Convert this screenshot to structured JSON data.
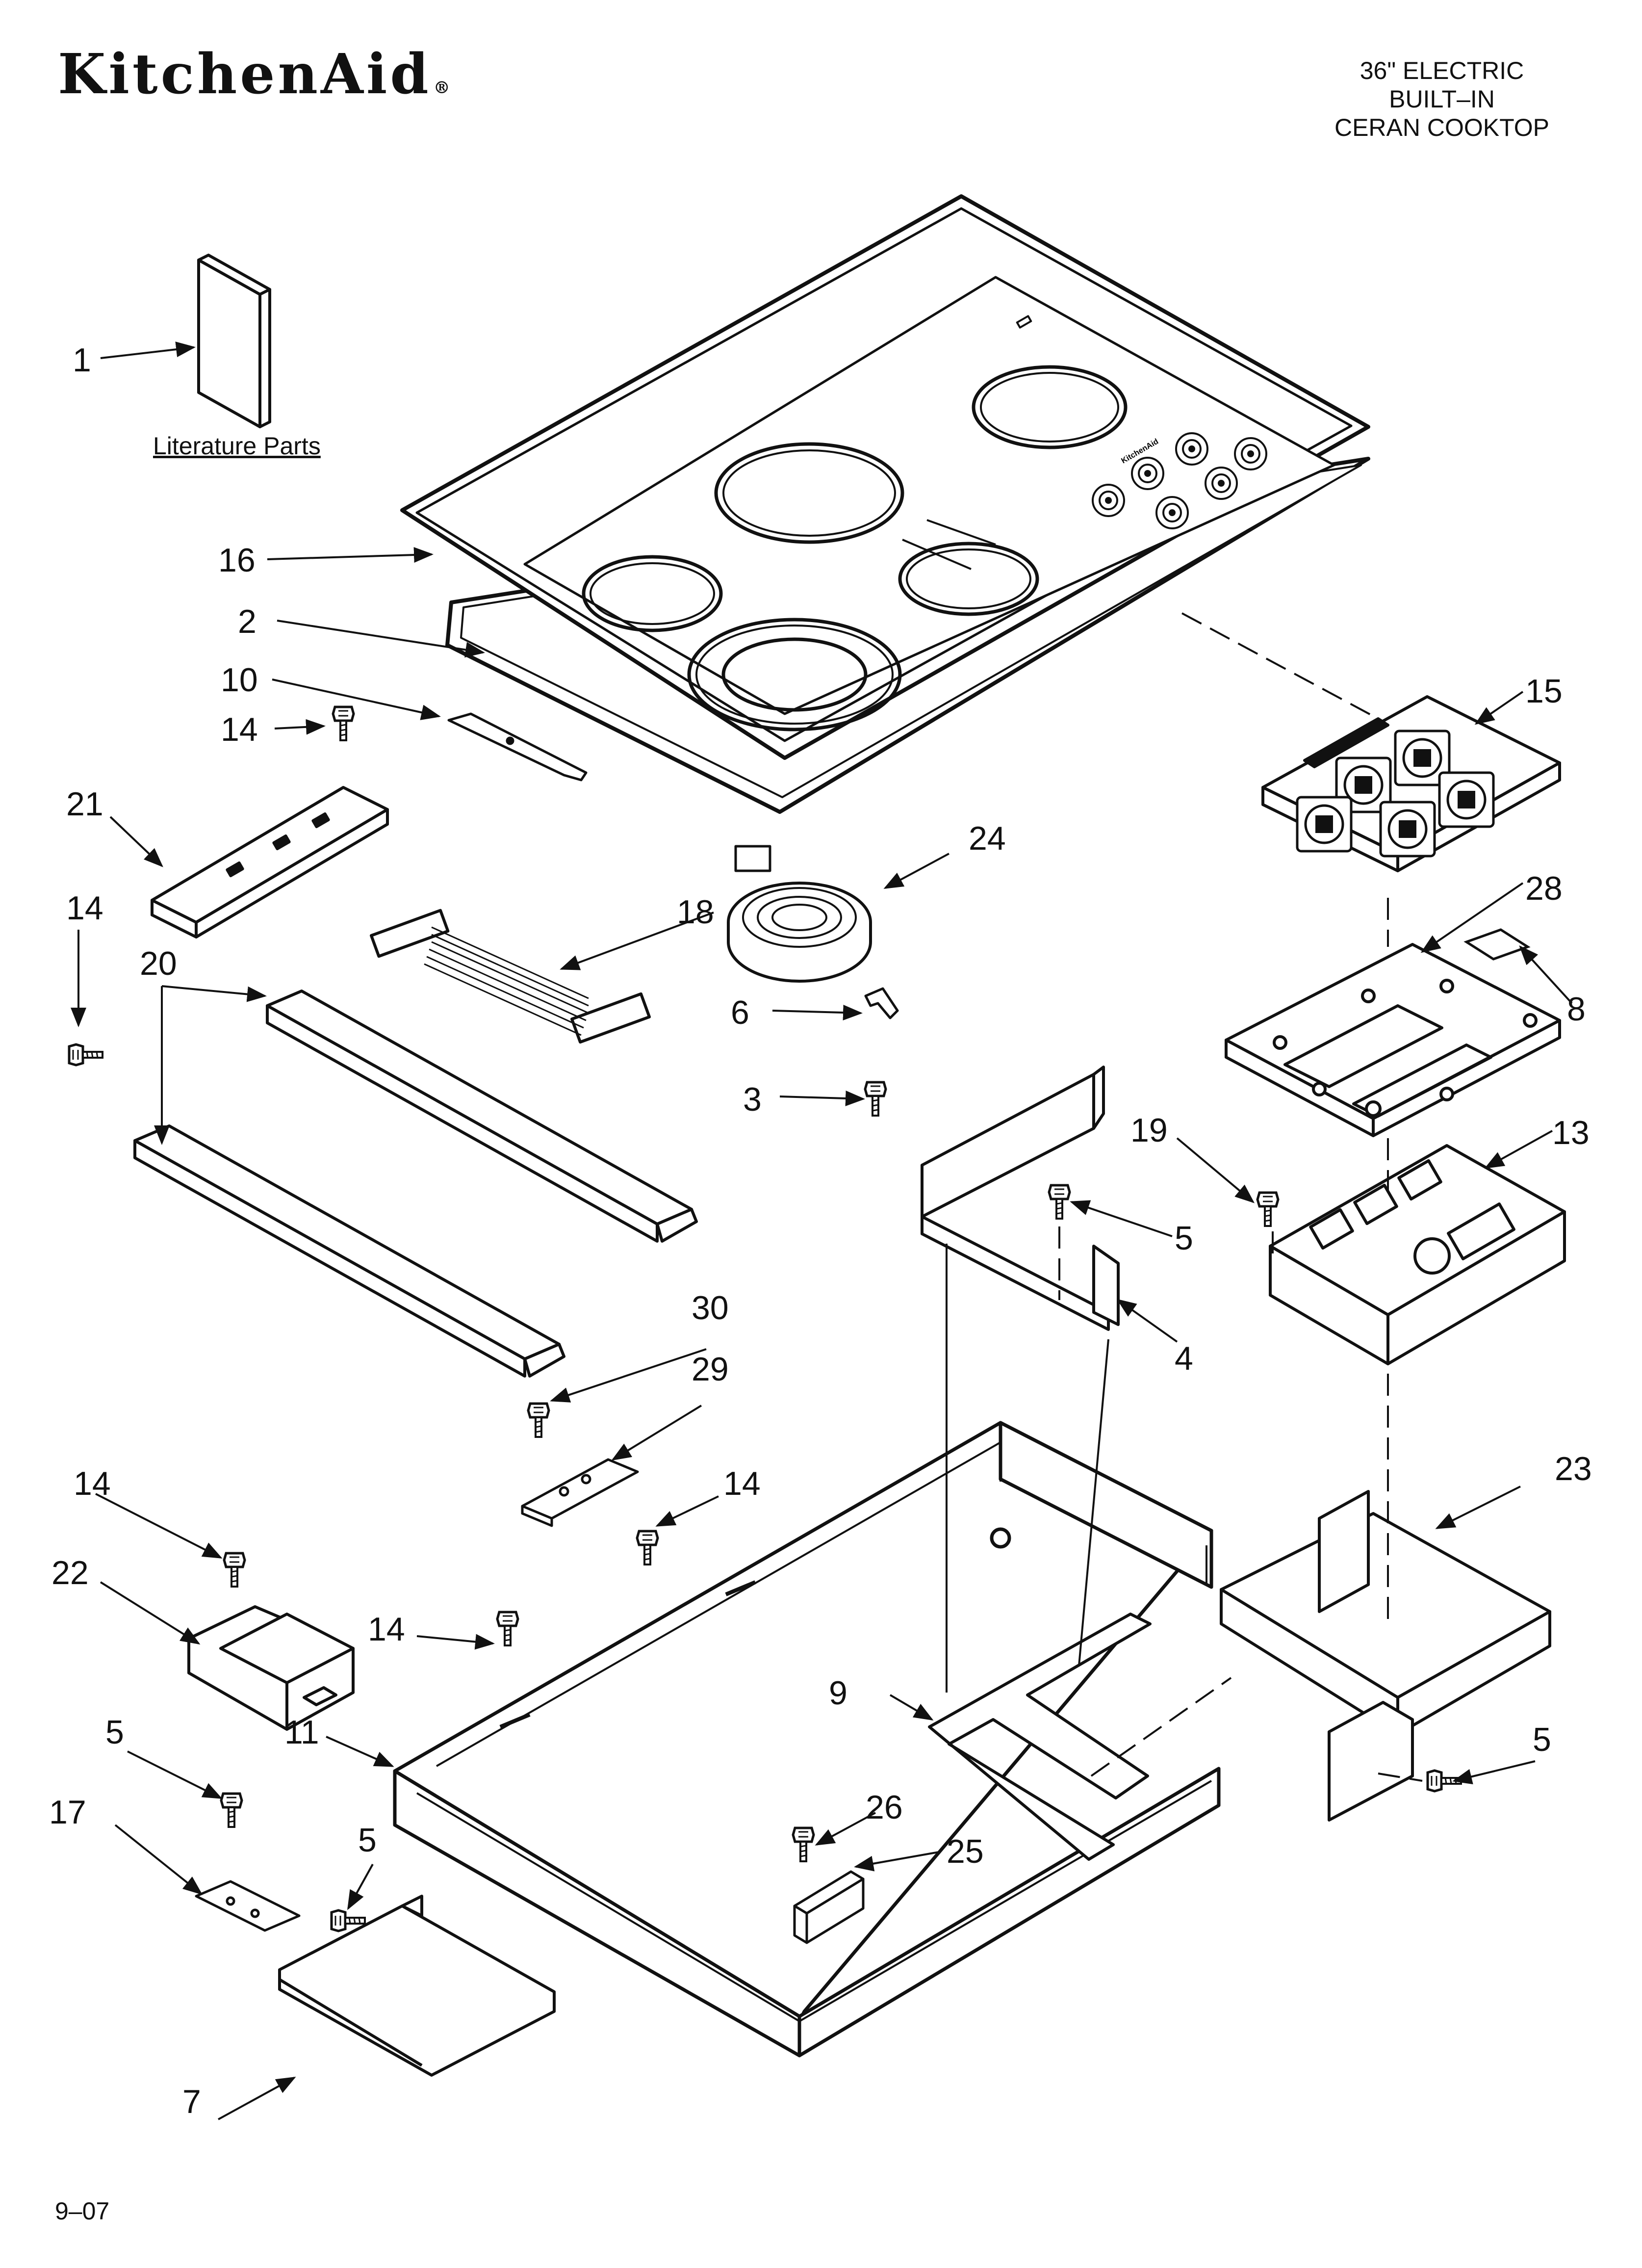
{
  "brand": {
    "name": "KitchenAid",
    "registered_mark": "®"
  },
  "model": {
    "line1": "36\" ELECTRIC",
    "line2": "BUILT–IN",
    "line3": "CERAN COOKTOP"
  },
  "literature_label": "Literature Parts",
  "footer_date": "9–07",
  "panel_brand_text": "KitchenAid",
  "callouts": [
    "1",
    "16",
    "2",
    "10",
    "14",
    "21",
    "14",
    "18",
    "24",
    "20",
    "6",
    "3",
    "15",
    "28",
    "8",
    "19",
    "13",
    "5",
    "4",
    "30",
    "29",
    "14",
    "14",
    "22",
    "14",
    "9",
    "11",
    "5",
    "17",
    "5",
    "26",
    "25",
    "23",
    "5",
    "7"
  ],
  "colors": {
    "ink": "#111111",
    "paper": "#ffffff",
    "panel_fill": "#f4f4f4"
  }
}
